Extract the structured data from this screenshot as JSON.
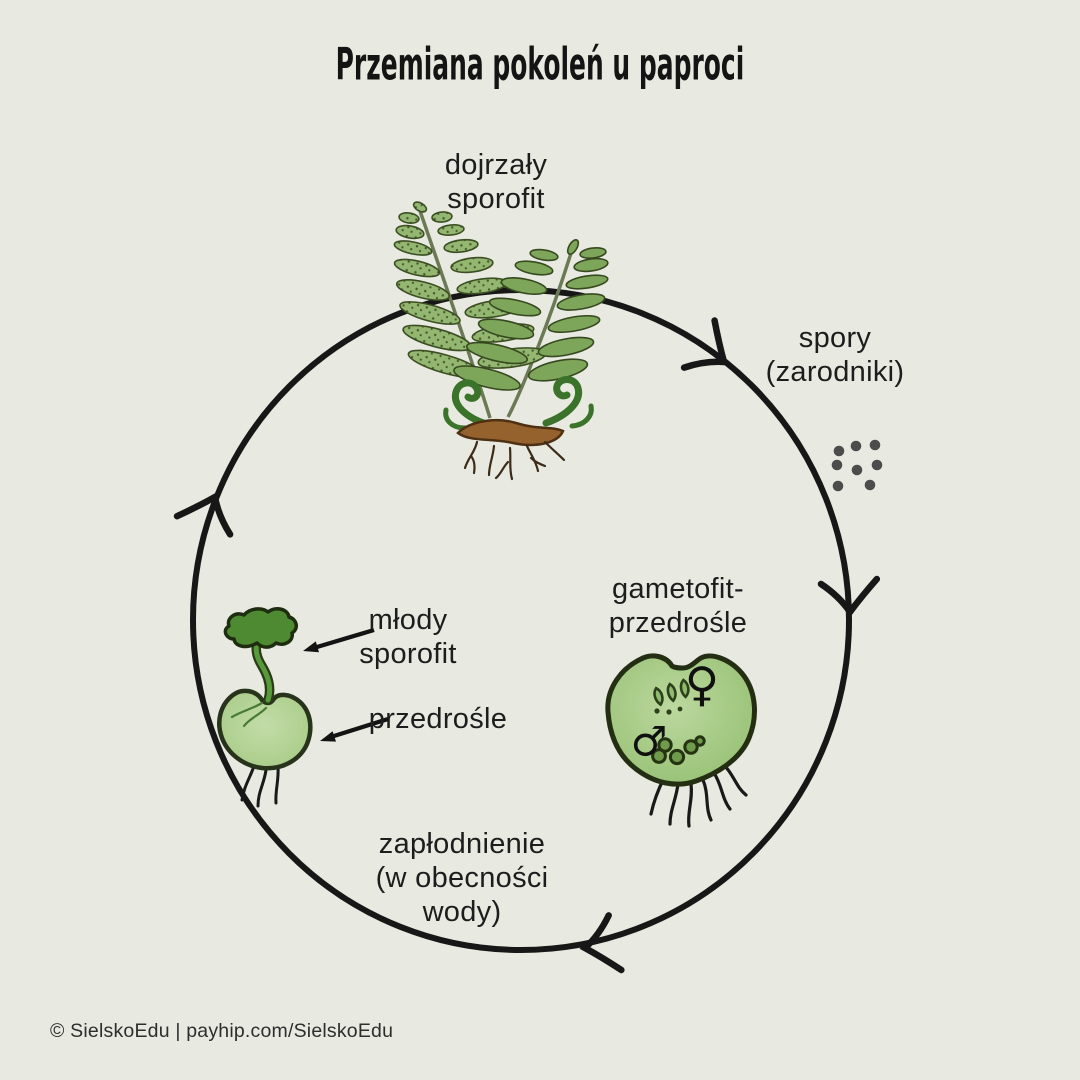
{
  "page": {
    "title": "Przemiana pokoleń u paproci",
    "background_color": "#e8eae1",
    "footer": "© SielskoEdu | payhip.com/SielskoEdu"
  },
  "cycle": {
    "direction": "clockwise",
    "stages": [
      {
        "id": "mature-sporophyte",
        "lines": [
          "dojrzały",
          "sporofit"
        ]
      },
      {
        "id": "spores",
        "lines": [
          "spory",
          "(zarodniki)"
        ]
      },
      {
        "id": "gametophyte",
        "lines": [
          "gametofit-",
          "przedrośle"
        ]
      },
      {
        "id": "fertilization",
        "lines": [
          "zapłodnienie",
          "(w obecności",
          "wody)"
        ]
      }
    ],
    "callouts": [
      {
        "id": "young-sporophyte",
        "lines": [
          "młody",
          "sporofit"
        ]
      },
      {
        "id": "prothallium",
        "lines": [
          "przedrośle"
        ]
      }
    ],
    "gametophyte_symbols": {
      "female": "♀",
      "male": "♂"
    },
    "spore_dot_count": 8
  },
  "illustrations": [
    {
      "name": "fern-illustration",
      "depicts": "mature fern sporophyte"
    },
    {
      "name": "spores-illustration",
      "depicts": "spore dot cluster"
    },
    {
      "name": "gametophyte-illustration",
      "depicts": "heart-shaped prothallium with gametangia and rhizoids"
    },
    {
      "name": "young-sporophyte-illustration",
      "depicts": "young sporophyte growing from prothallium"
    }
  ],
  "colors": {
    "ink": "#171717",
    "label_text": "#1d1d1d",
    "frond_green": "#7da65a",
    "frond_green_stippled": "#93b671",
    "leaf_green_dark": "#4d8a31",
    "prothallium_green": "#a3c981",
    "rhizome_brown": "#95622e",
    "spore_dot": "#4c4c4c"
  }
}
